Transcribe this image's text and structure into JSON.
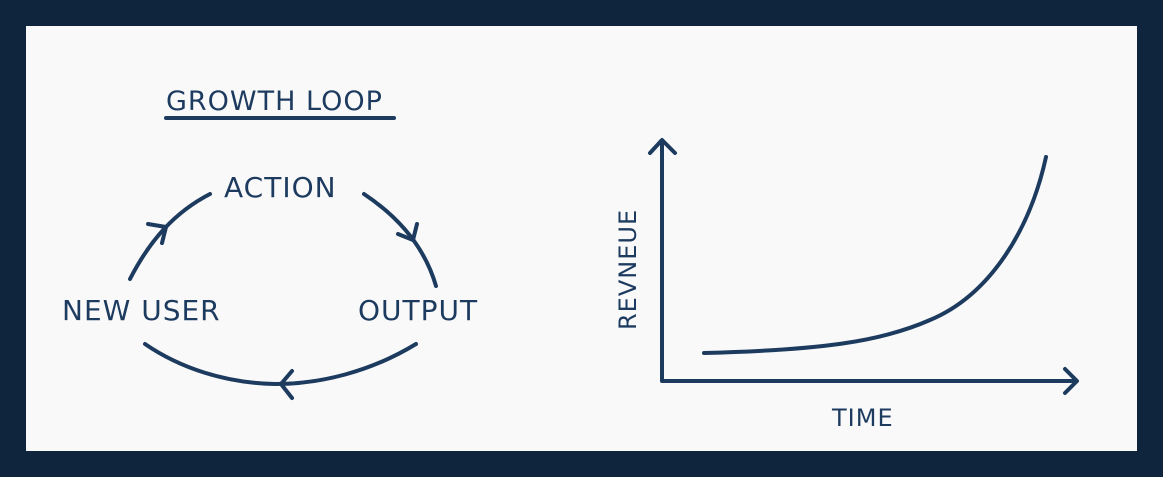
{
  "colors": {
    "frame": "#0f253d",
    "card": "#f9f9fa",
    "ink": "#1d3b5f"
  },
  "loop": {
    "title": "GROWTH LOOP",
    "nodes": {
      "action": "ACTION",
      "output": "OUTPUT",
      "new_user": "NEW USER"
    }
  },
  "chart": {
    "ylabel": "REVNEUE",
    "xlabel": "TIME",
    "curve": "exponential"
  }
}
